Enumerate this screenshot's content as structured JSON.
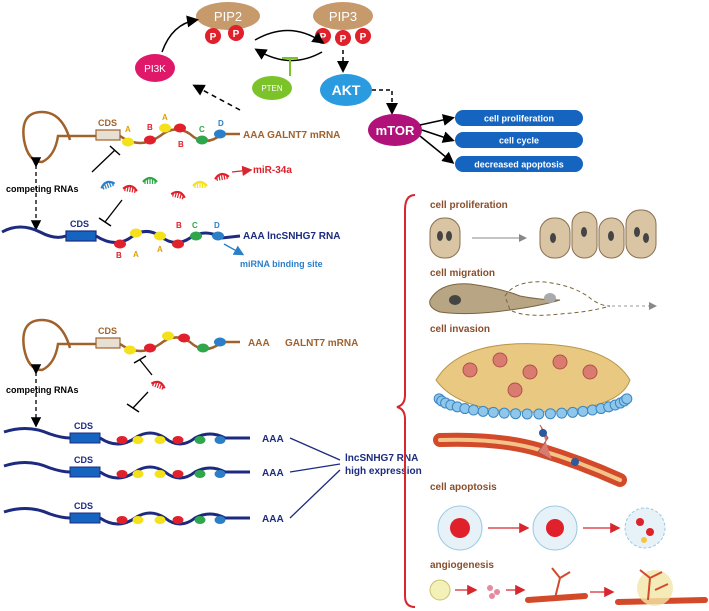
{
  "pathway": {
    "pip2": "PIP2",
    "pip3": "PIP3",
    "pi3k": "PI3K",
    "pten": "PTEN",
    "akt": "AKT",
    "mtor": "mTOR",
    "phospho": "P",
    "outcomes": [
      "cell proliferation",
      "cell cycle",
      "decreased apoptosis"
    ]
  },
  "top_panel": {
    "cds": "CDS",
    "galnt7": "AAA GALNT7 mRNA",
    "lnc": "AAA lncSNHG7 RNA",
    "mir34a": "miR-34a",
    "binding_site": "miRNA binding site",
    "competing": "competing RNAs",
    "sites": {
      "a": "A",
      "b": "B",
      "c": "C",
      "d": "D"
    }
  },
  "bottom_panel": {
    "cds": "CDS",
    "aaa": "AAA",
    "galnt7": "GALNT7 mRNA",
    "competing": "competing RNAs",
    "high_expression_line1": "lncSNHG7 RNA",
    "high_expression_line2": "high expression"
  },
  "phenotypes": {
    "proliferation": "cell proliferation",
    "migration": "cell migration",
    "invasion": "cell invasion",
    "apoptosis": "cell apoptosis",
    "angiogenesis": "angiogenesis"
  },
  "colors": {
    "mrna_brown": "#a0622d",
    "lnc_navy": "#1c2b80",
    "site_red": "#e0202a",
    "site_yellow": "#f5e11a",
    "site_green": "#2fa64a",
    "site_blue": "#2a7fc8",
    "outcome_blue": "#1565c0",
    "mtor_purple": "#b0127a",
    "akt_blue": "#2b9be0",
    "pi3k_pink": "#e0186a",
    "pten_green": "#7cc32a",
    "pip_tan": "#c79a6b",
    "bracket_red": "#d7262e"
  }
}
